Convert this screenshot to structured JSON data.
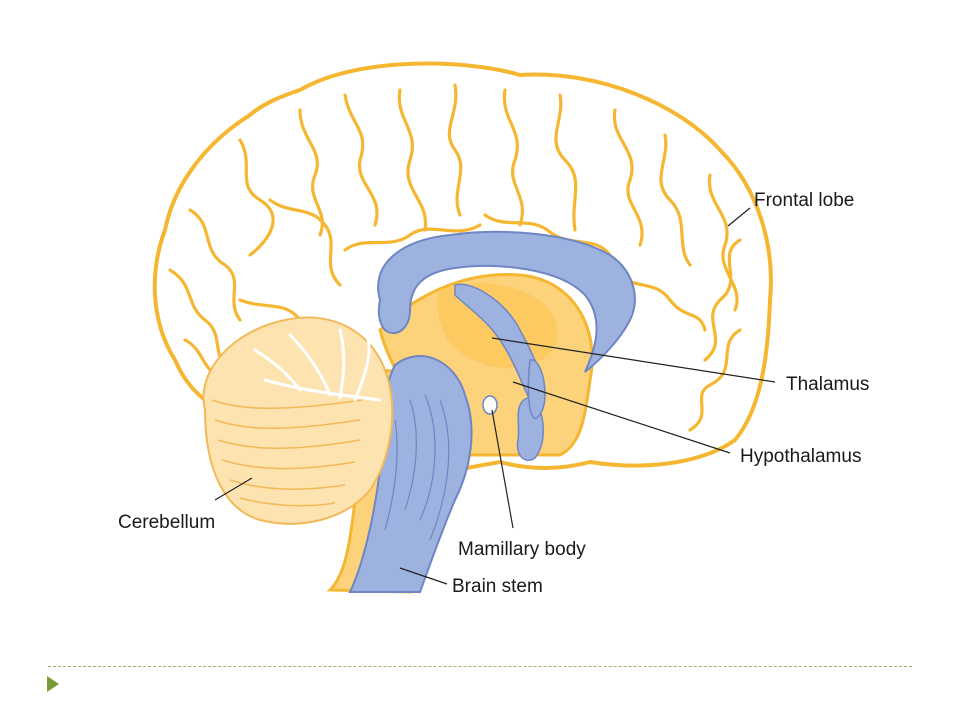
{
  "diagram": {
    "labels": {
      "frontal_lobe": "Frontal lobe",
      "thalamus": "Thalamus",
      "hypothalamus": "Hypothalamus",
      "cerebellum": "Cerebellum",
      "mamillary_body": "Mamillary body",
      "brain_stem": "Brain stem"
    },
    "colors": {
      "cortex_outline": "#f5b731",
      "cortex_fill": "#ffffff",
      "inner_tissue": "#fcd27a",
      "ventricle_blue": "#9db2df",
      "ventricle_outline": "#6f86c4",
      "cerebellum_fill": "#fde3b0",
      "cerebellum_lines": "#f2b95a"
    }
  },
  "footer": {
    "divider_color": "#9bb56a",
    "bullet_color": "#7a9a3a",
    "bullet_icon": "triangle-right-icon"
  }
}
